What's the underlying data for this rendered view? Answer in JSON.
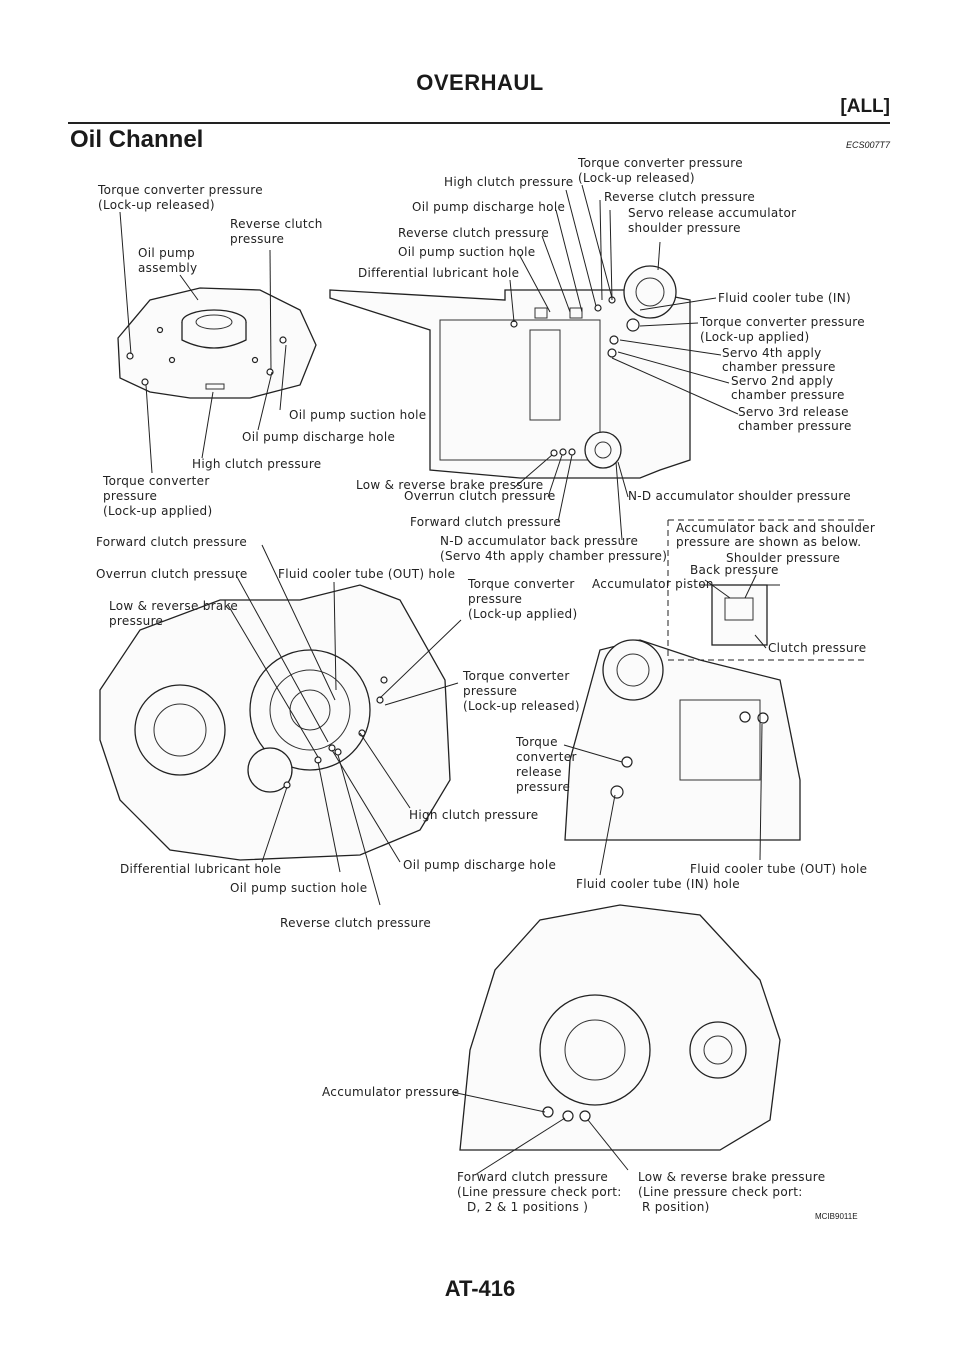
{
  "header": {
    "title": "OVERHAUL",
    "tag": "[ALL]"
  },
  "section": {
    "title": "Oil Channel",
    "code": "ECS007T7"
  },
  "footer": {
    "page": "AT-416",
    "figure_code": "MCIB9011E"
  },
  "labels": [
    [
      "Torque converter pressure",
      "(Lock-up released)"
    ],
    [
      "Reverse clutch",
      "pressure"
    ],
    [
      "Oil pump",
      "assembly"
    ],
    [
      "Oil pump suction hole"
    ],
    [
      "Oil pump discharge hole"
    ],
    [
      "High clutch pressure"
    ],
    [
      "Torque converter",
      "pressure",
      "(Lock-up applied)"
    ],
    [
      "Torque converter pressure",
      "(Lock-up released)"
    ],
    [
      "High clutch pressure"
    ],
    [
      "Oil pump discharge hole"
    ],
    [
      "Reverse clutch pressure"
    ],
    [
      "Oil pump suction hole"
    ],
    [
      "Differential lubricant hole"
    ],
    [
      "Reverse clutch pressure"
    ],
    [
      "Servo release accumulator",
      "shoulder pressure"
    ],
    [
      "Fluid cooler tube (IN)"
    ],
    [
      "Torque converter pressure",
      "(Lock-up applied)"
    ],
    [
      "Servo 4th apply",
      "chamber pressure"
    ],
    [
      "Servo 2nd apply",
      "chamber pressure"
    ],
    [
      "Servo 3rd release",
      "chamber pressure"
    ],
    [
      "Low & reverse brake pressure"
    ],
    [
      "Overrun clutch pressure"
    ],
    [
      "N-D accumulator shoulder pressure"
    ],
    [
      "Forward clutch pressure"
    ],
    [
      "N-D accumulator back pressure",
      "(Servo 4th apply chamber pressure)"
    ],
    [
      "Forward clutch pressure"
    ],
    [
      "Overrun clutch pressure"
    ],
    [
      "Fluid cooler tube (OUT) hole"
    ],
    [
      "Low & reverse brake",
      "pressure"
    ],
    [
      "Torque converter",
      "pressure",
      "(Lock-up applied)"
    ],
    [
      "Torque converter",
      "pressure",
      "(Lock-up released)"
    ],
    [
      "High clutch pressure"
    ],
    [
      "Differential lubricant hole"
    ],
    [
      "Oil pump suction hole"
    ],
    [
      "Oil pump discharge hole"
    ],
    [
      "Reverse clutch pressure"
    ],
    [
      "Accumulator back and shoulder",
      "pressure are shown as below."
    ],
    [
      "Shoulder pressure"
    ],
    [
      "Back pressure"
    ],
    [
      "Accumulator piston"
    ],
    [
      "Clutch pressure"
    ],
    [
      "Torque",
      "converter",
      "release",
      "pressure"
    ],
    [
      "Fluid cooler tube (IN) hole"
    ],
    [
      "Fluid cooler tube (OUT) hole"
    ],
    [
      "Accumulator pressure"
    ],
    [
      "Forward clutch pressure",
      "(Line pressure check port:",
      "D, 2 & 1 positions )"
    ],
    [
      "Low & reverse brake pressure",
      "(Line pressure check port:",
      "R position)"
    ]
  ]
}
